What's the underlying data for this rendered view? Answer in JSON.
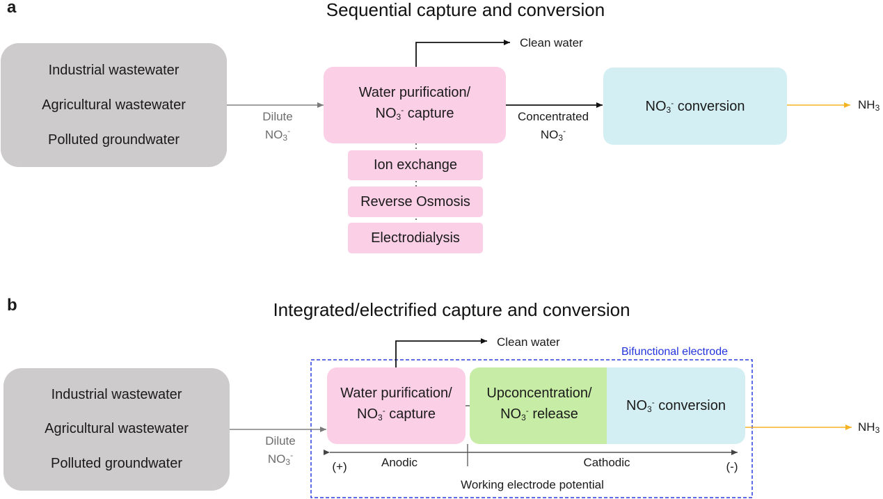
{
  "panel_a": {
    "letter": "a",
    "title": "Sequential capture and conversion",
    "sources": [
      "Industrial wastewater",
      "Agricultural wastewater",
      "Polluted groundwater"
    ],
    "dilute_label": "Dilute",
    "no3_label": "NO",
    "sub3": "3",
    "sup_minus": "-",
    "clean_water": "Clean water",
    "capture_line1": "Water purification/",
    "capture_line2_pre": "NO",
    "capture_line2_post": " capture",
    "concentrated_label": "Concentrated",
    "conversion_pre": "NO",
    "conversion_post": " conversion",
    "nh3_pre": "NH",
    "methods": [
      "Ion exchange",
      "Reverse Osmosis",
      "Electrodialysis"
    ]
  },
  "panel_b": {
    "letter": "b",
    "title": "Integrated/electrified capture and conversion",
    "sources": [
      "Industrial wastewater",
      "Agricultural wastewater",
      "Polluted groundwater"
    ],
    "dilute_label": "Dilute",
    "clean_water": "Clean water",
    "electrode_label": "Bifunctional electrode",
    "capture_line1": "Water purification/",
    "capture_line2_post": " capture",
    "upconc_line1": "Upconcentration/",
    "upconc_line2_post": " release",
    "conversion_post": " conversion",
    "plus": "(+)",
    "minus": "(-)",
    "anodic": "Anodic",
    "cathodic": "Cathodic",
    "potential": "Working electrode potential"
  },
  "colors": {
    "source_box": "#cdcbcb",
    "capture_box": "#fbcfe6",
    "conversion_box": "#d3eff3",
    "upconcentration_box": "#c7eca6",
    "nh3_arrow": "#f5b324",
    "electrode_border": "#2a3be0",
    "dilute_arrow": "#808080"
  },
  "icons": [
    "arrow-right-icon"
  ]
}
